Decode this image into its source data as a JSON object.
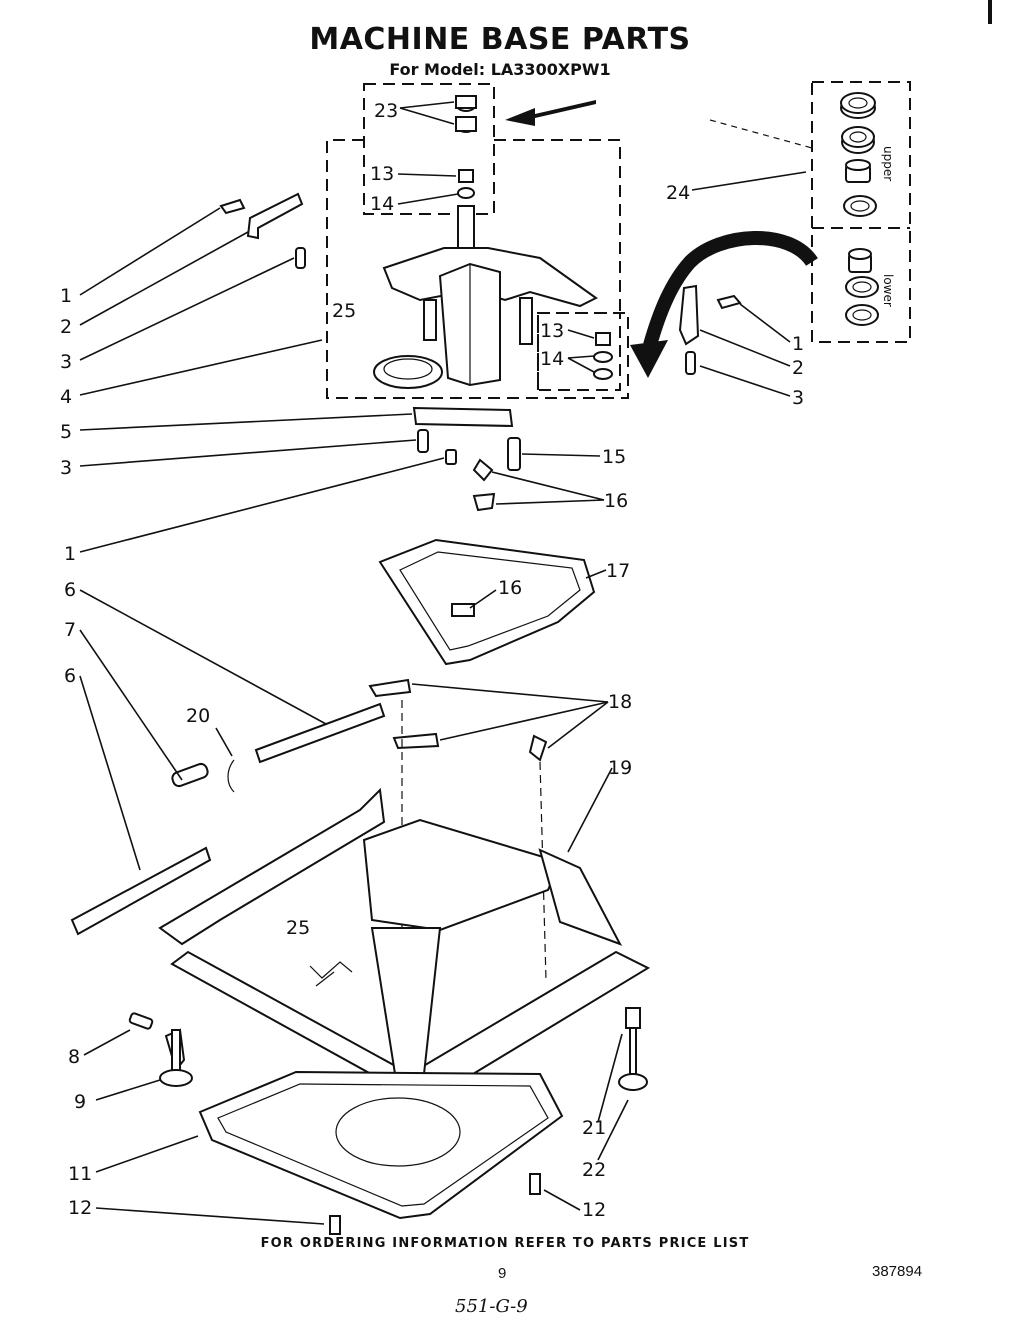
{
  "header": {
    "title": "MACHINE BASE PARTS",
    "subtitle": "For Model: LA3300XPW1"
  },
  "footer": {
    "ordering_note": "FOR ORDERING INFORMATION REFER TO PARTS PRICE LIST",
    "page_number": "9",
    "document_number": "387894",
    "handwritten_note": "551-G-9"
  },
  "bearing_kit": {
    "upper_label": "upper",
    "lower_label": "lower"
  },
  "callouts": [
    {
      "number": "1"
    },
    {
      "number": "2"
    },
    {
      "number": "3"
    },
    {
      "number": "4"
    },
    {
      "number": "5"
    },
    {
      "number": "3"
    },
    {
      "number": "1"
    },
    {
      "number": "6"
    },
    {
      "number": "7"
    },
    {
      "number": "6"
    },
    {
      "number": "8"
    },
    {
      "number": "9"
    },
    {
      "number": "11"
    },
    {
      "number": "12"
    },
    {
      "number": "20"
    },
    {
      "number": "25"
    },
    {
      "number": "25"
    },
    {
      "number": "23"
    },
    {
      "number": "13"
    },
    {
      "number": "14"
    },
    {
      "number": "24"
    },
    {
      "number": "13"
    },
    {
      "number": "14"
    },
    {
      "number": "1"
    },
    {
      "number": "2"
    },
    {
      "number": "3"
    },
    {
      "number": "15"
    },
    {
      "number": "16"
    },
    {
      "number": "16"
    },
    {
      "number": "17"
    },
    {
      "number": "18"
    },
    {
      "number": "19"
    },
    {
      "number": "21"
    },
    {
      "number": "22"
    },
    {
      "number": "12"
    }
  ]
}
